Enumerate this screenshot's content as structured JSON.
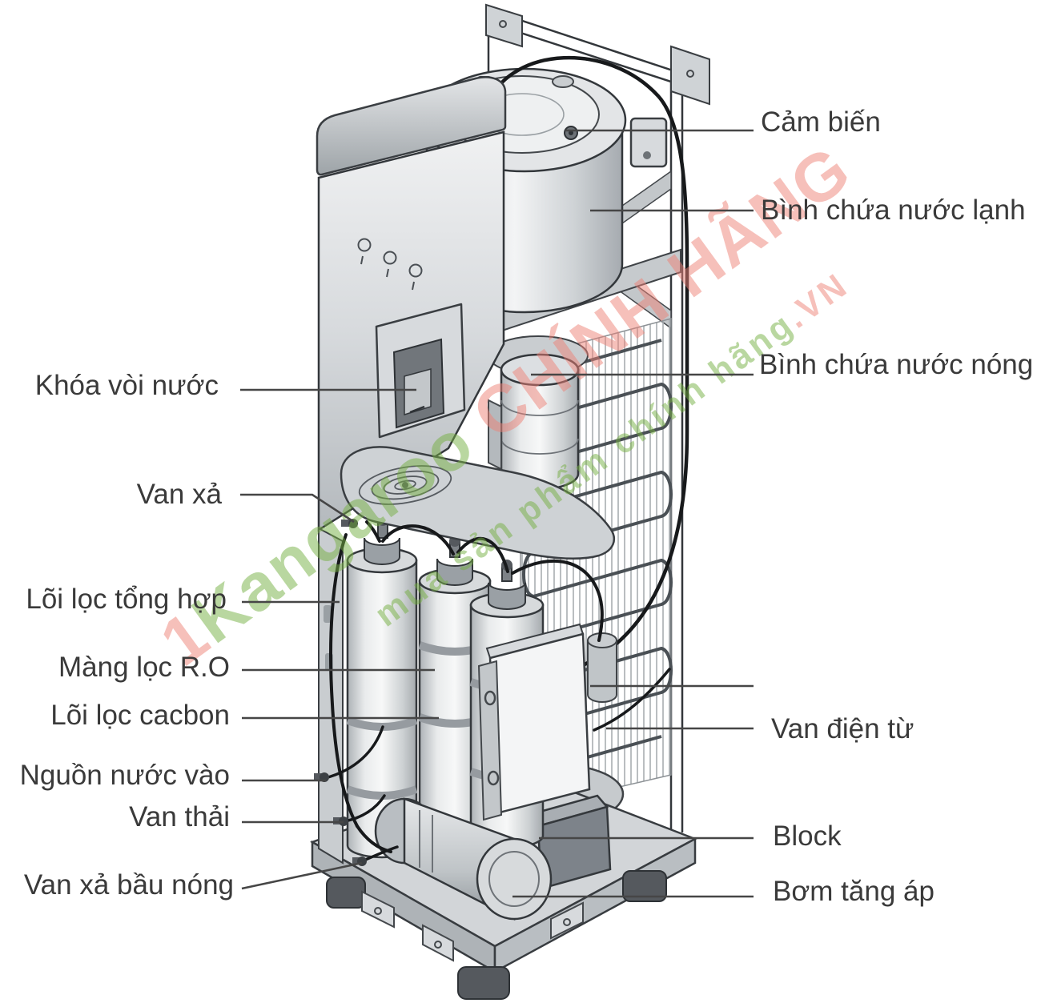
{
  "diagram": {
    "subject": "water-purifier-internal-structure",
    "label_color": "#3a3a3a",
    "leader_color": "#464646",
    "labels": [
      {
        "id": "cam-bien",
        "text": "Cảm biến",
        "side": "right"
      },
      {
        "id": "binh-chua-lanh",
        "text": "Bình chứa nước lạnh",
        "side": "right"
      },
      {
        "id": "binh-chua-nong",
        "text": "Bình chứa nước nóng",
        "side": "right"
      },
      {
        "id": "van-dien-tu",
        "text": "Van điện từ",
        "side": "right"
      },
      {
        "id": "block",
        "text": "Block",
        "side": "right"
      },
      {
        "id": "bom-tang-ap",
        "text": "Bơm tăng áp",
        "side": "right"
      },
      {
        "id": "khoa-voi-nuoc",
        "text": "Khóa vòi nước",
        "side": "left"
      },
      {
        "id": "van-xa",
        "text": "Van xả",
        "side": "left"
      },
      {
        "id": "loi-loc-tong-hop",
        "text": "Lõi lọc tổng hợp",
        "side": "left"
      },
      {
        "id": "mang-loc-ro",
        "text": "Màng lọc R.O",
        "side": "left"
      },
      {
        "id": "loi-loc-cacbon",
        "text": "Lõi lọc cacbon",
        "side": "left"
      },
      {
        "id": "nguon-nuoc-vao",
        "text": "Nguồn nước vào",
        "side": "left"
      },
      {
        "id": "van-thai",
        "text": "Van thải",
        "side": "left"
      },
      {
        "id": "van-xa-bau-nong",
        "text": "Van xả bầu nóng",
        "side": "left"
      }
    ]
  },
  "watermark": {
    "prefix": "1",
    "brand": "Kangaroo",
    "suffix": " CHÍNH HÃNG",
    "tagline": "mua sản phẩm chính hãng",
    "tagline_suffix": ".VN",
    "green": "#76b043",
    "red": "#ee8277"
  }
}
